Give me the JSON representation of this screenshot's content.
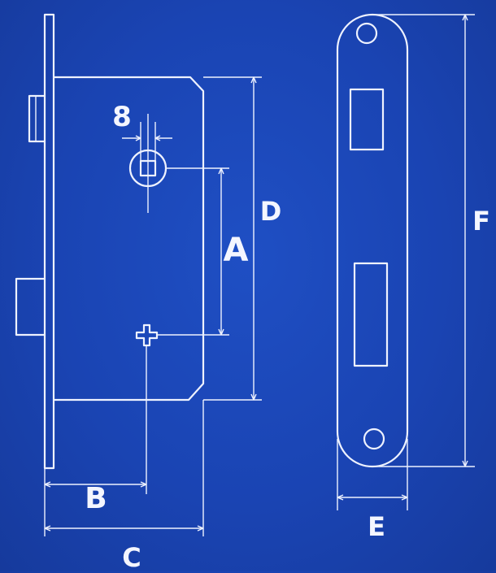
{
  "labels": {
    "spindle": "8",
    "a": "A",
    "b": "B",
    "c": "C",
    "d": "D",
    "e": "E",
    "f": "F"
  },
  "colors": {
    "background": "#1a44b3",
    "line": "#eef2ff"
  }
}
